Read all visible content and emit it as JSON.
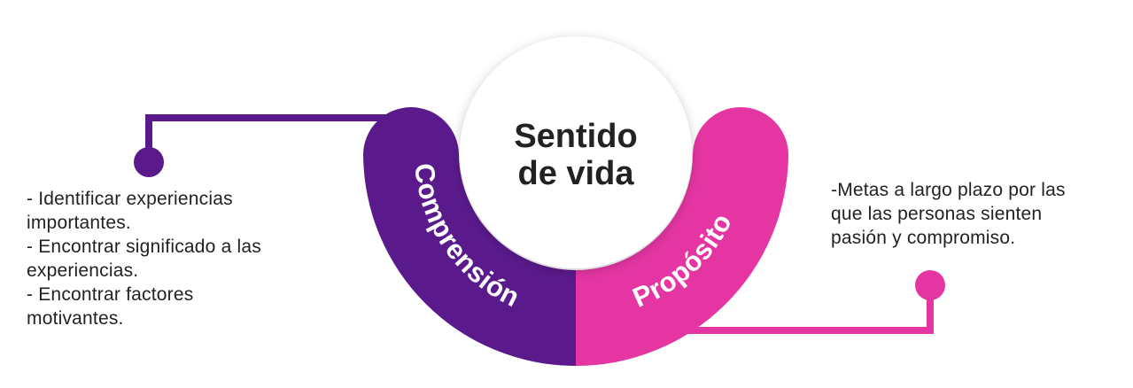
{
  "center": {
    "line1": "Sentido",
    "line2": "de vida"
  },
  "left_section": {
    "label": "Comprensión",
    "lines": [
      "- Identificar experiencias",
      "importantes.",
      "- Encontrar significado a las",
      "experiencias.",
      "- Encontrar factores",
      "motivantes."
    ]
  },
  "right_section": {
    "label": "Propósito",
    "lines": [
      "-Metas a largo plazo por las",
      "que las personas sienten",
      "pasión y compromiso."
    ]
  },
  "colors": {
    "left": "#5a1a8c",
    "right": "#e535a3",
    "center_fill": "#ffffff",
    "text": "#222222"
  }
}
